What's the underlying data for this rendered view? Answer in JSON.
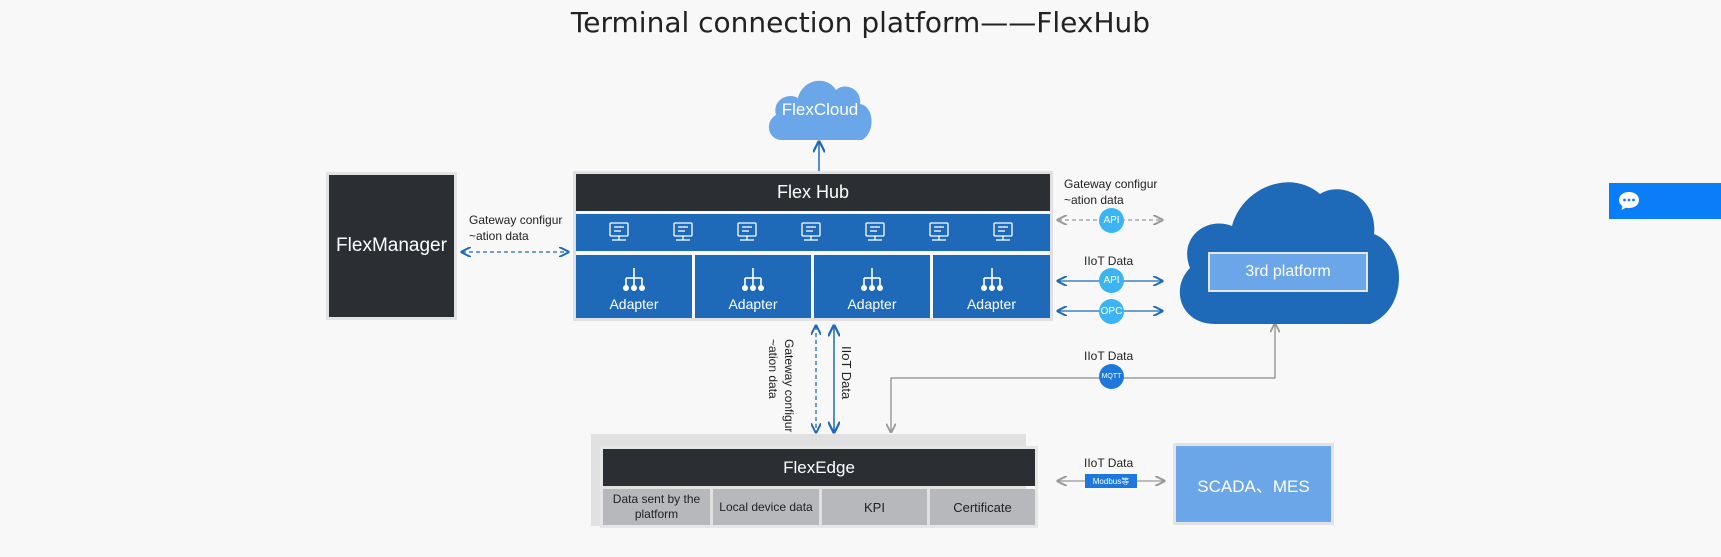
{
  "title": "Terminal connection platform——FlexHub",
  "flexcloud": {
    "label": "FlexCloud"
  },
  "flexmanager": {
    "label": "FlexManager"
  },
  "flexhub": {
    "header": "Flex Hub",
    "adapters": [
      "Adapter",
      "Adapter",
      "Adapter",
      "Adapter"
    ],
    "icon_count": 7
  },
  "gateway_left": {
    "line1": "Gateway configur",
    "line2": "~ation data"
  },
  "gateway_right": {
    "line1": "Gateway configur",
    "line2": "~ation data",
    "badge": "API"
  },
  "iiot_right": {
    "label": "IIoT Data",
    "badge1": "API",
    "badge2": "OPC"
  },
  "third_platform": {
    "label": "3rd platform"
  },
  "mqtt": {
    "label": "IIoT Data",
    "badge": "MQTT"
  },
  "vertical": {
    "gateway_line1": "Gateway configur",
    "gateway_line2": "~ation data",
    "iiot": "IIoT Data"
  },
  "flexedge": {
    "header": "FlexEdge",
    "cells": [
      "Data sent by the platform",
      "Local device data",
      "KPI",
      "Certificate"
    ]
  },
  "scada_link": {
    "label": "IIoT Data",
    "badge": "Modbus等"
  },
  "scada": {
    "label": "SCADA、MES"
  },
  "colors": {
    "blue": "#1e6ab8",
    "light_blue": "#6aa6e8",
    "badge": "#3ab4f2",
    "dark": "#2b2e33",
    "chat": "#0a7ef8"
  },
  "icons": {
    "chat": "chat-bubble-icon",
    "adapter": "hierarchy-icon",
    "device": "monitor-icon"
  }
}
